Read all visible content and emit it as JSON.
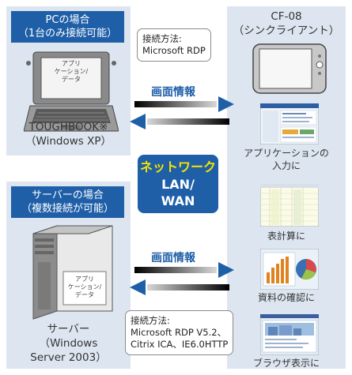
{
  "pc": {
    "label_line1": "PCの場合",
    "label_line2": "（1台のみ接続可能）",
    "screen_lines": [
      "アプリ",
      "ケーション/",
      "データ"
    ],
    "device_line1": "TOUGHBOOK※",
    "device_line2": "（Windows XP）"
  },
  "server": {
    "label_line1": "サーバーの場合",
    "label_line2": "（複数接続が可能）",
    "screen_lines": [
      "アプリ",
      "ケーション/",
      "データ"
    ],
    "device_line1": "サーバー",
    "device_line2": "（Windows",
    "device_line3": "Server 2003）"
  },
  "connection_top": {
    "line1": "接続方法:",
    "line2": "Microsoft RDP"
  },
  "connection_bottom": {
    "line1": "接続方法:",
    "line2": "Microsoft RDP V5.2、",
    "line3": "Citrix ICA、IE6.0HTTP"
  },
  "flow": {
    "top_label": "画面情報",
    "bottom_label": "画面情報"
  },
  "network": {
    "line1": "ネットワーク",
    "line2": "LAN/",
    "line3": "WAN"
  },
  "client": {
    "model": "CF-08",
    "subtitle": "（シンクライアント）"
  },
  "uses": {
    "app_line1": "アプリケーションの",
    "app_line2": "入力に",
    "spreadsheet": "表計算に",
    "docs": "資料の確認に",
    "browser": "ブラウザ表示に"
  },
  "colors": {
    "panel": "#dde6f0",
    "label_blue": "#1f5fa8",
    "network_yellow": "#f5e400"
  }
}
